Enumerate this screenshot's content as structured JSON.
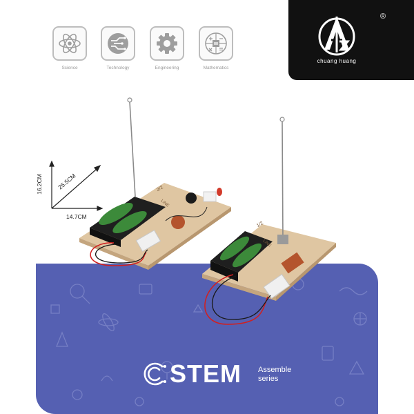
{
  "categories": [
    {
      "label": "Science",
      "icon": "atom-icon"
    },
    {
      "label": "Technology",
      "icon": "circuit-icon"
    },
    {
      "label": "Engineering",
      "icon": "gear-icon"
    },
    {
      "label": "Mathematics",
      "icon": "math-symbols-icon"
    }
  ],
  "brand": {
    "name": "chuang huang",
    "registered_mark": "®"
  },
  "dimensions": {
    "height": "16.2CM",
    "length": "25.5CM",
    "width": "14.7CM"
  },
  "boards": {
    "left_label": "2/2",
    "right_label": "1/2",
    "left_side_text": "LINE",
    "right_side_text": "LINE"
  },
  "stem": {
    "title": "STEM",
    "subtitle_1": "Assemble",
    "subtitle_2": "series"
  },
  "colors": {
    "banner": "#5560b2",
    "brand_bg": "#111111",
    "icon_border": "#bdbdbd"
  }
}
